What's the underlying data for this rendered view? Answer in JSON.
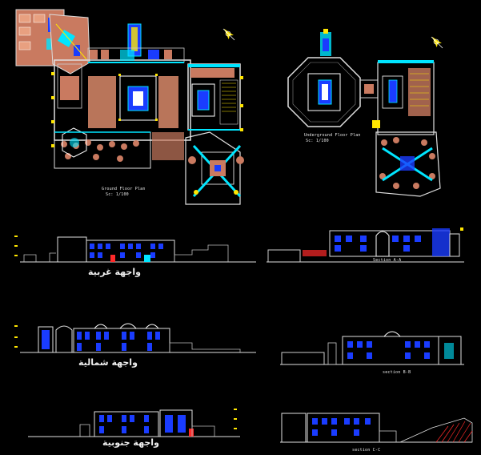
{
  "plans": {
    "ground_title": "Ground Floor Plan",
    "ground_scale": "Sc: 1/100",
    "upper_title": "Underground Floor Plan",
    "upper_scale": "Sc: 1/100"
  },
  "sections": {
    "aa": "Section A-A",
    "bb": "section B-B",
    "cc": "section C-C"
  },
  "elevations": {
    "west": "واجهة غربية",
    "north": "واجهة شمالية",
    "south": "واجهة جنوبية"
  },
  "colors": {
    "background": "#000000",
    "wall": "#e0e0e0",
    "cyan": "#00e5ff",
    "blue": "#1a3cff",
    "yellow": "#ffe600",
    "red": "#ff2a2a",
    "salmon": "#d98a6a"
  }
}
